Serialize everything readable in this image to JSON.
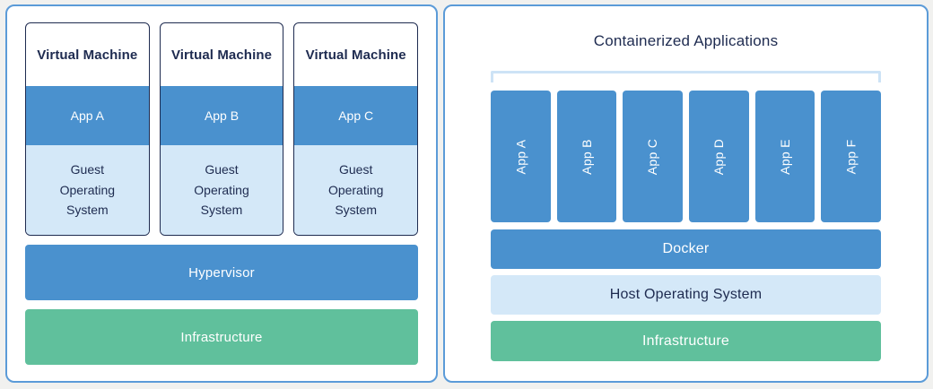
{
  "colors": {
    "background": "#f1f1ef",
    "panel_background": "#ffffff",
    "panel_border": "#5b9bd8",
    "accent_blue": "#4a91ce",
    "accent_light_blue": "#d4e8f8",
    "accent_green": "#60c09c",
    "navy_text": "#1e2b50",
    "bracket": "#cde3f6",
    "white_text": "#ffffff"
  },
  "left_panel": {
    "machines": [
      {
        "title": "Virtual Machine",
        "app": "App A",
        "os": "Guest\nOperating\nSystem"
      },
      {
        "title": "Virtual Machine",
        "app": "App B",
        "os": "Guest\nOperating\nSystem"
      },
      {
        "title": "Virtual Machine",
        "app": "App C",
        "os": "Guest\nOperating\nSystem"
      }
    ],
    "hypervisor_label": "Hypervisor",
    "infrastructure_label": "Infrastructure"
  },
  "right_panel": {
    "title": "Containerized Applications",
    "apps": [
      "App A",
      "App B",
      "App C",
      "App D",
      "App E",
      "App F"
    ],
    "docker_label": "Docker",
    "host_os_label": "Host Operating System",
    "infrastructure_label": "Infrastructure"
  }
}
